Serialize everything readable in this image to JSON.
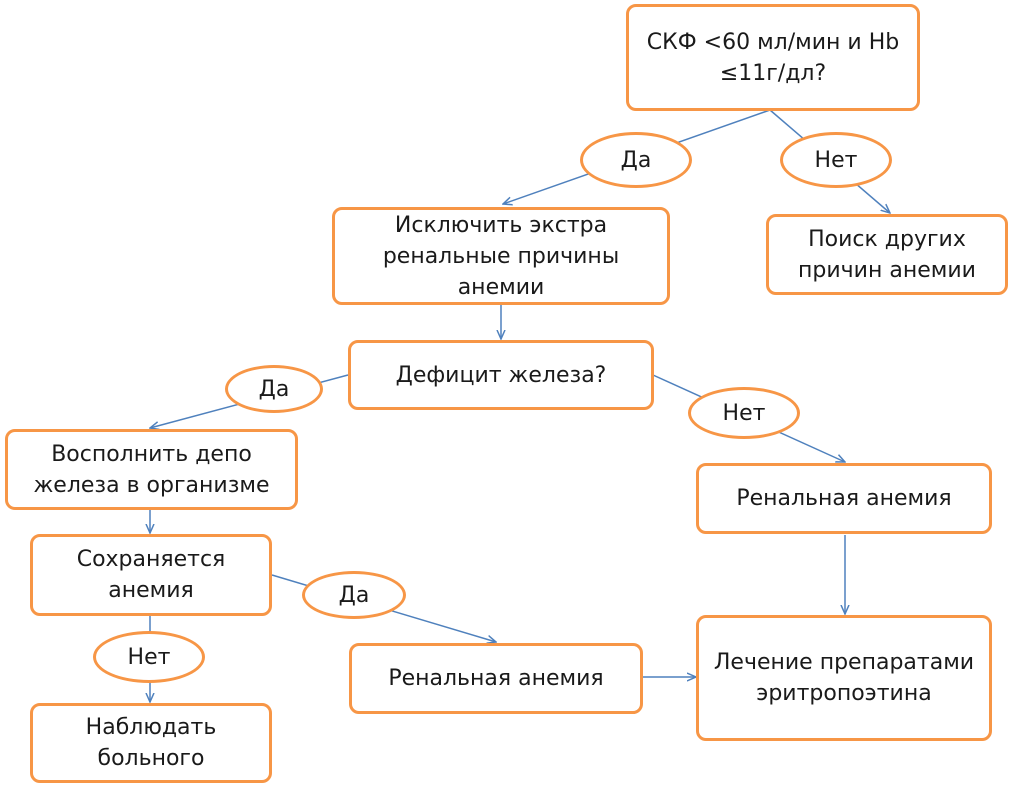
{
  "colors": {
    "border": "#f79646",
    "edge": "#4f81bd"
  },
  "nodes": {
    "gfr_question": "СКФ <60 мл/мин и Hb ≤11г/дл?",
    "exclude_extrarenal": "Исключить экстра ренальные причины анемии",
    "search_other": "Поиск  других причин анемии",
    "iron_deficit": "Дефицит железа?",
    "replenish_iron": "Восполнить депо железа в организме",
    "renal_anemia_right": "Ренальная анемия",
    "anemia_persists": "Сохраняется анемия",
    "renal_anemia_middle": "Ренальная анемия",
    "epo_treatment": "Лечение препаратами эритропоэтина",
    "observe_patient": "Наблюдать больного"
  },
  "labels": {
    "yes": "Да",
    "no": "Нет"
  }
}
